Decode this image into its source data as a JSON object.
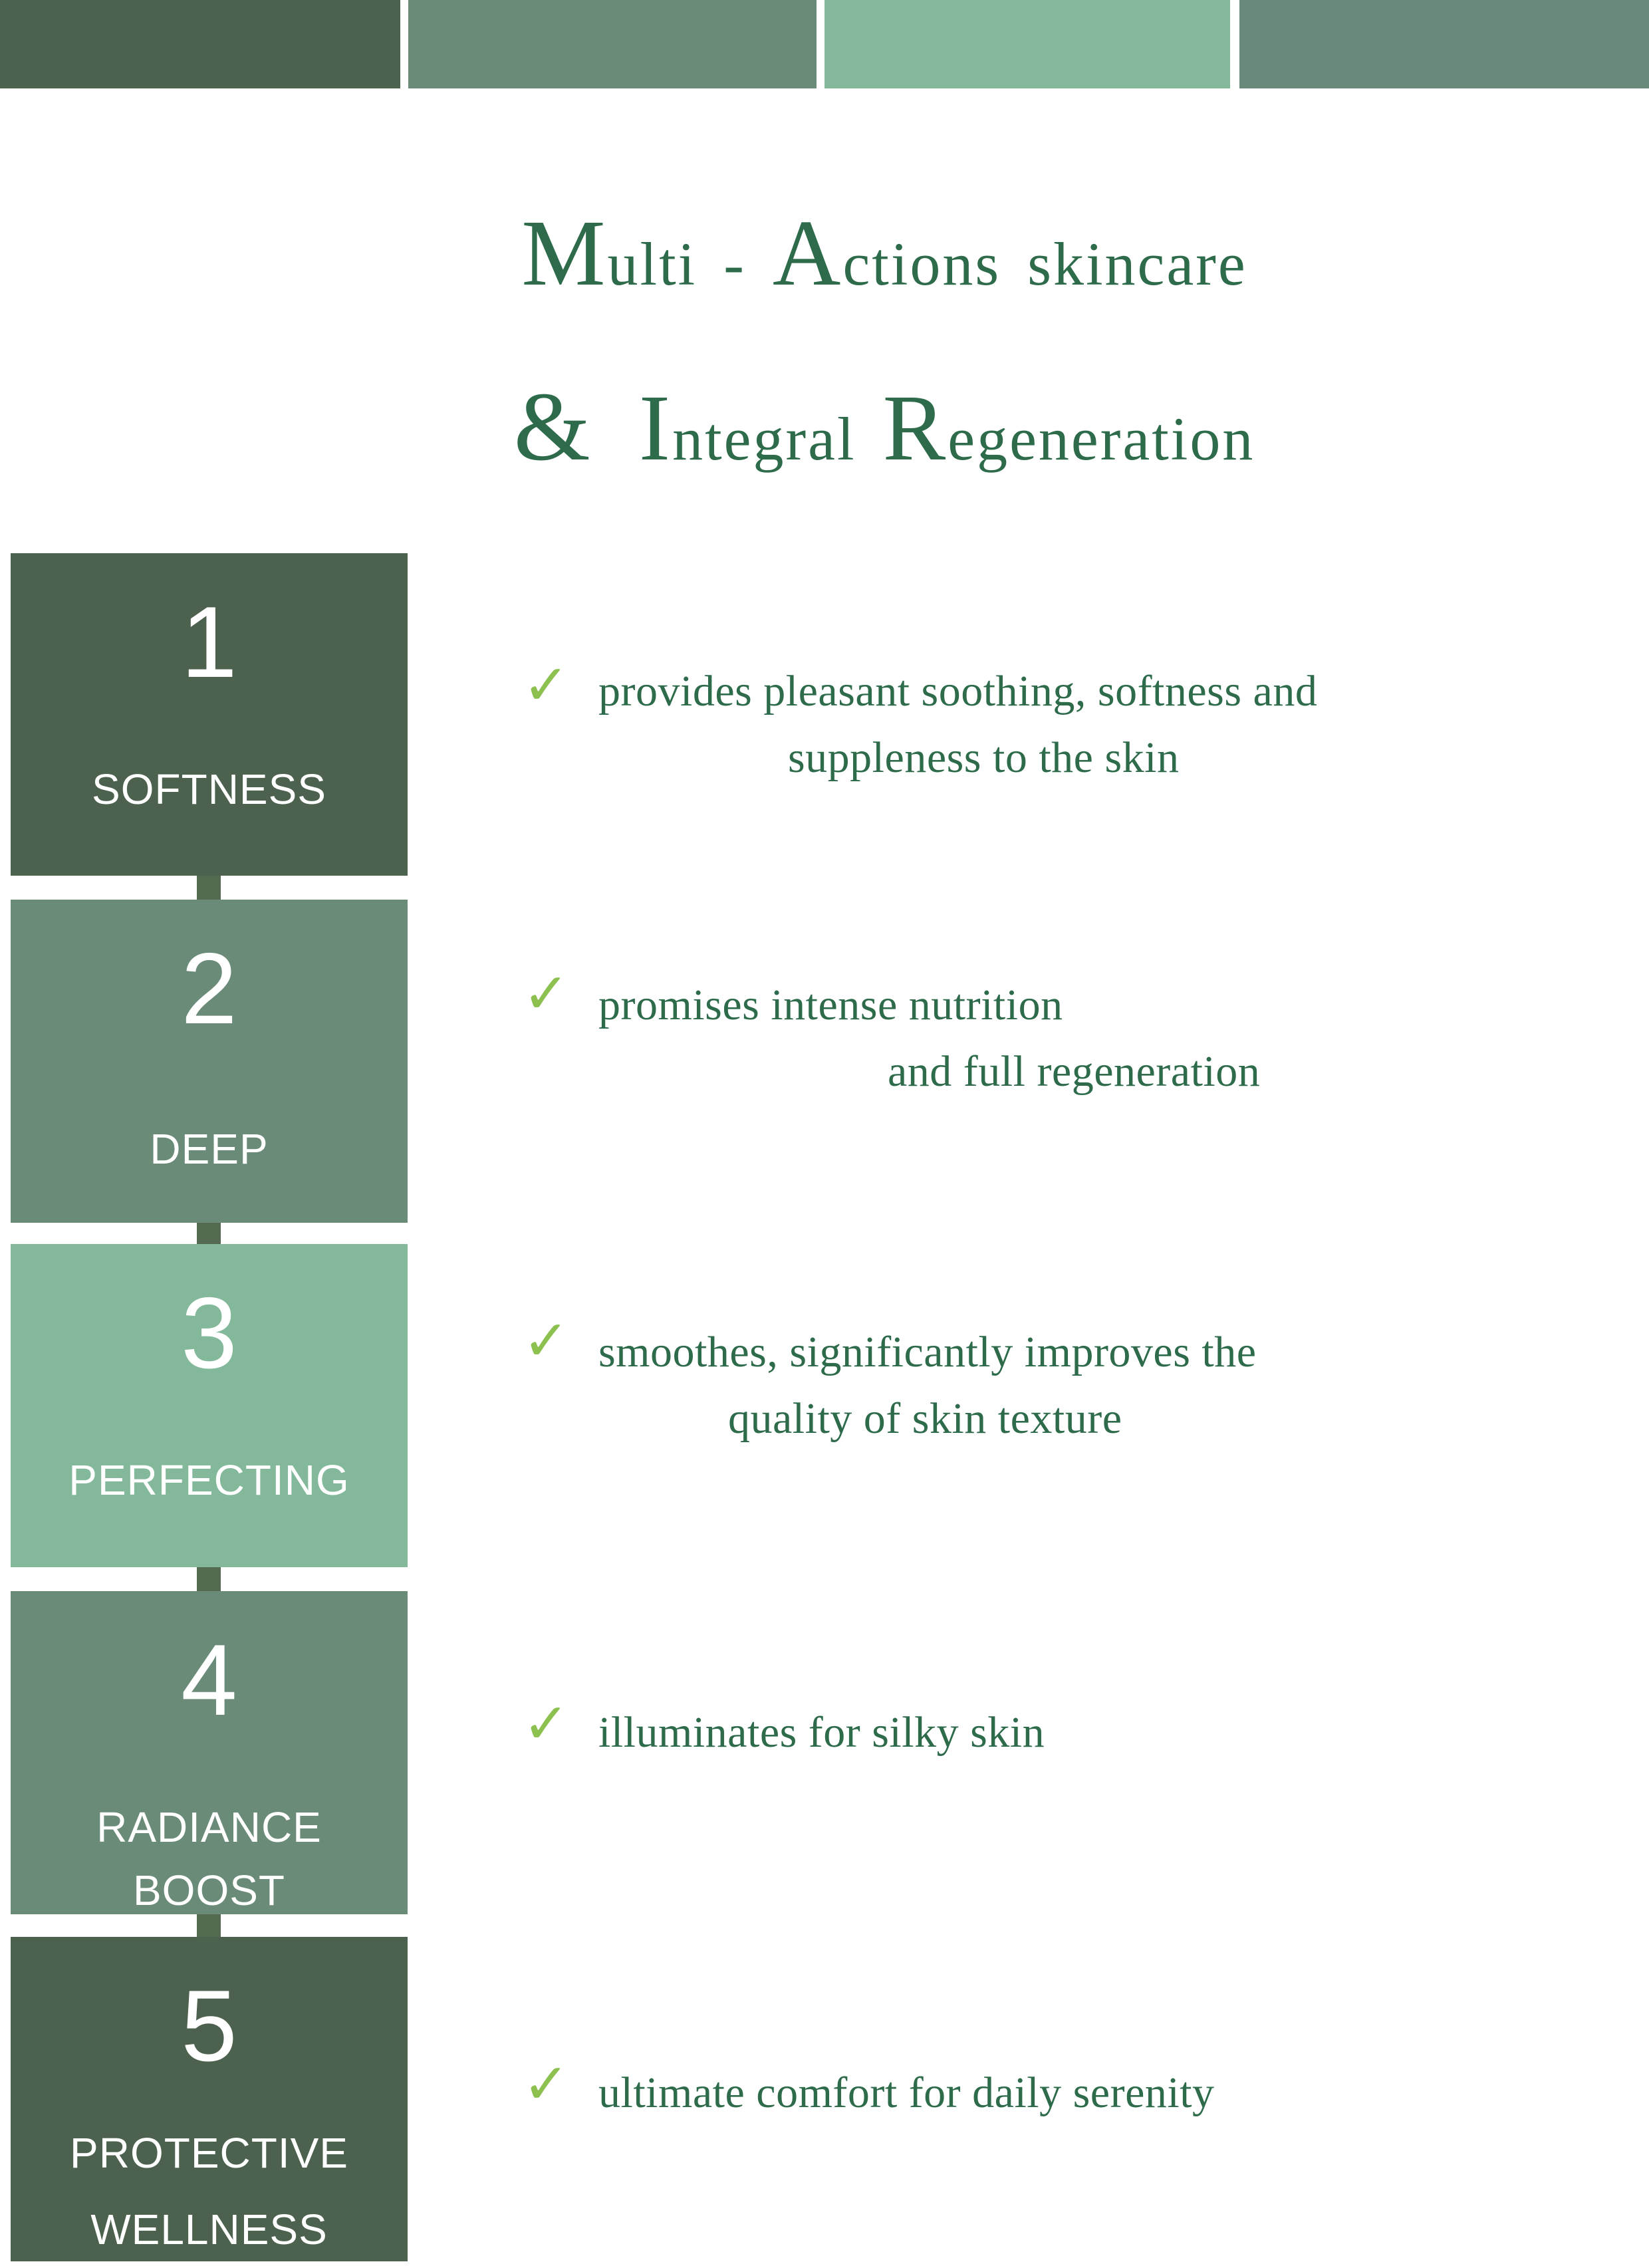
{
  "colors": {
    "dark_green": "#4C614E",
    "sage_green": "#6B8B79",
    "light_green": "#84B89B",
    "sage_green_alt": "#69897B",
    "connector_green": "#546B51",
    "text_green": "#2D6B4B",
    "check_green": "#8CC04F",
    "box_text": "#FFFFFF"
  },
  "top_bar": {
    "blocks": [
      {
        "name": "block-1",
        "color": "#4C614E"
      },
      {
        "name": "block-2",
        "color": "#6B8B79"
      },
      {
        "name": "block-3",
        "color": "#84B89B"
      },
      {
        "name": "block-4",
        "color": "#69897B"
      }
    ]
  },
  "title": {
    "cap1": "M",
    "seg1": "ulti - ",
    "cap2": "A",
    "seg2": "ctions skincare",
    "amp": "&",
    "cap3": "I",
    "seg3": "ntegral ",
    "cap4": "R",
    "seg4": "egeneration"
  },
  "steps": [
    {
      "number": "1",
      "label_line1": "SOFTNESS",
      "label_line2": "",
      "color": "#4C614E"
    },
    {
      "number": "2",
      "label_line1": "DEEP",
      "label_line2": "",
      "color": "#6B8B79"
    },
    {
      "number": "3",
      "label_line1": "PERFECTING",
      "label_line2": "",
      "color": "#84B89B"
    },
    {
      "number": "4",
      "label_line1": "RADIANCE",
      "label_line2": "BOOST",
      "color": "#6B8B79"
    },
    {
      "number": "5",
      "label_line1": "PROTECTIVE",
      "label_line2": "WELLNESS",
      "color": "#4C614E"
    }
  ],
  "bullets": [
    {
      "check": "✓",
      "line1": "provides pleasant soothing, softness and",
      "line2": "suppleness to the skin"
    },
    {
      "check": "✓",
      "line1": "promises intense nutrition",
      "line2": "and full regeneration"
    },
    {
      "check": "✓",
      "line1": "smoothes, significantly improves the",
      "line2": "quality of skin texture"
    },
    {
      "check": "✓",
      "line1": "illuminates for silky skin",
      "line2": ""
    },
    {
      "check": "✓",
      "line1": "ultimate comfort for daily serenity",
      "line2": ""
    }
  ]
}
